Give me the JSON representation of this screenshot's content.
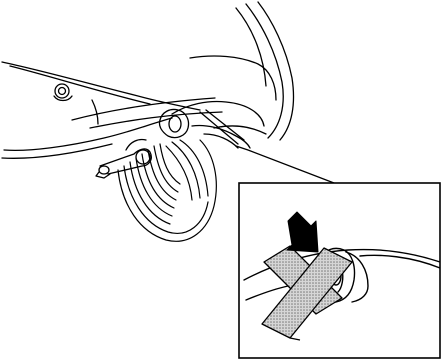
{
  "diagram": {
    "inset_status": "incorrect",
    "indicator": "arrow-pointing-to-jack-point",
    "prohibition_mark": "x-mark",
    "colors": {
      "line": "#000000",
      "background": "#ffffff",
      "x_mark_fill": "#b8b8b8"
    }
  }
}
